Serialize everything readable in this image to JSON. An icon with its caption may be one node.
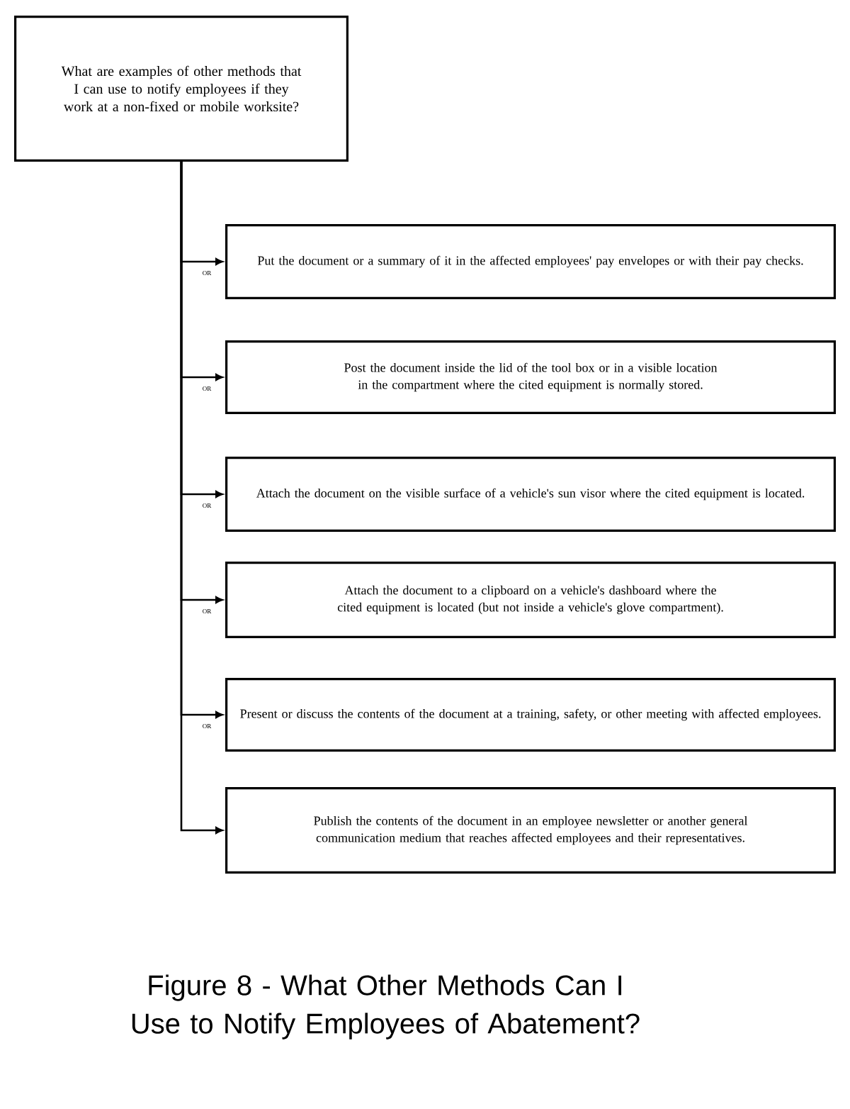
{
  "diagram": {
    "caption": "Figure 8 - What Other Methods Can I Use to Notify Employees of Abatement?",
    "nodes": [
      {
        "text": [
          "What are examples of other methods that I can use to notify employees if they work at a non-fixed or mobile worksite?"
        ]
      },
      {
        "text": [
          "Put the document or a summary of it in the affected employees' pay envelopes or with their pay checks."
        ]
      },
      {
        "text": [
          "Post the document inside the lid of the tool box or in a visible location in the compartment where the cited equipment is normally stored."
        ]
      },
      {
        "text": [
          "Attach the document on the visible surface of a vehicle's sun visor where the cited equipment is located."
        ]
      },
      {
        "text": [
          "Attach the document to a clipboard on a vehicle's dashboard where the cited equipment is located (but not inside a vehicle's glove compartment)."
        ]
      },
      {
        "text": [
          "Present or discuss the contents of the document at a training, safety, or other meeting with affected employees."
        ]
      },
      {
        "text": [
          "Publish the contents of the document in an employee newsletter or another general communication medium that reaches affected employees and their representatives."
        ]
      }
    ],
    "edges": [
      {
        "from": 0,
        "to": 1,
        "arrow": "to",
        "label": "OR"
      },
      {
        "from": 0,
        "to": 2,
        "arrow": "to",
        "label": "OR"
      },
      {
        "from": 0,
        "to": 3,
        "arrow": "to",
        "label": "OR"
      },
      {
        "from": 0,
        "to": 4,
        "arrow": "to",
        "label": "OR"
      },
      {
        "from": 0,
        "to": 5,
        "arrow": "to",
        "label": "OR"
      },
      {
        "from": 0,
        "to": 6,
        "arrow": "to"
      }
    ]
  }
}
